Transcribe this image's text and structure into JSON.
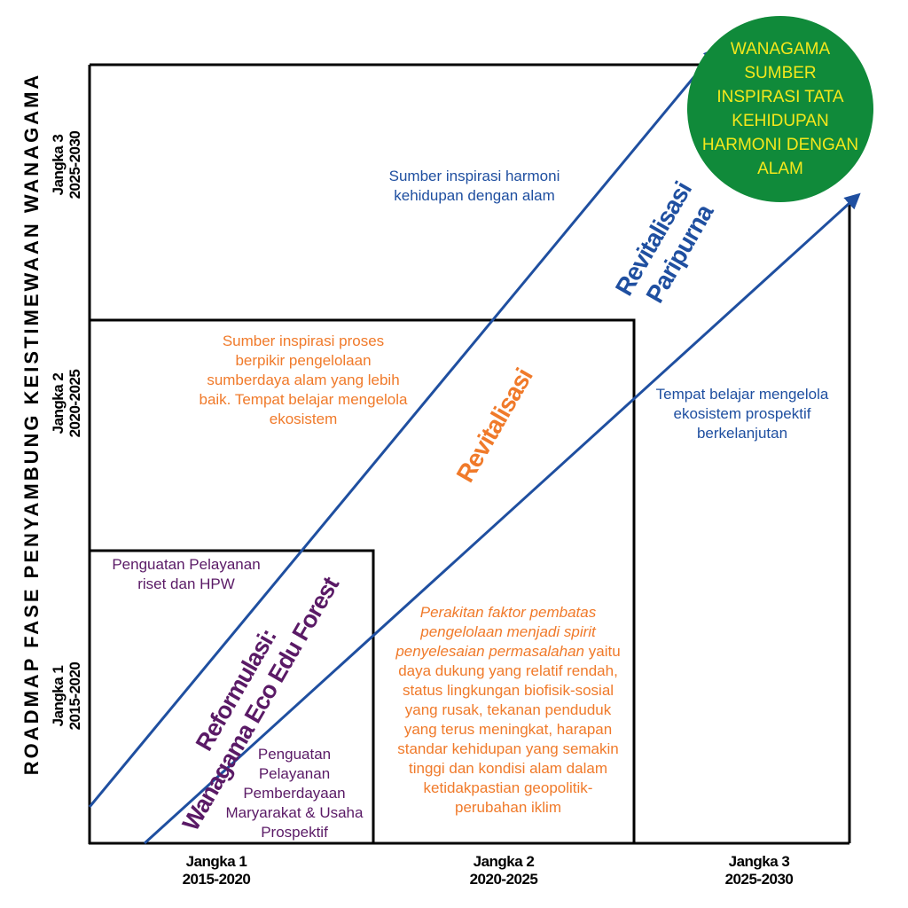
{
  "title": "ROADMAP FASE PENYAMBUNG KEISTIMEWAAN WANAGAMA",
  "y_axis": [
    {
      "name": "Jangka 3",
      "years": "2025-2030"
    },
    {
      "name": "Jangka 2",
      "years": "2020-2025"
    },
    {
      "name": "Jangka 1",
      "years": "2015-2020"
    }
  ],
  "x_axis": [
    {
      "name": "Jangka 1",
      "years": "2015-2020"
    },
    {
      "name": "Jangka 2",
      "years": "2020-2025"
    },
    {
      "name": "Jangka 3",
      "years": "2025-2030"
    }
  ],
  "goal": "WANAGAMA SUMBER INSPIRASI TATA KEHIDUPAN HARMONI DENGAN ALAM",
  "phases": {
    "reformulasi_line1": "Reformulasi:",
    "reformulasi_line2": "Wanagama Eco Edu Forest",
    "revitalisasi": "Revitalisasi",
    "paripurna_line1": "Revitalisasi",
    "paripurna_line2": "Paripurna"
  },
  "notes": {
    "j3_top": "Sumber inspirasi harmoni kehidupan dengan alam",
    "j2_top": "Sumber inspirasi proses berpikir pengelolaan sumberdaya alam yang lebih baik. Tempat belajar mengelola ekosistem",
    "j3_right": "Tempat belajar mengelola ekosistem prospektif berkelanjutan",
    "j1_top": "Penguatan Pelayanan riset dan HPW",
    "j1_bottom": "Penguatan Pelayanan Pemberdayaan Maryarakat & Usaha Prospektif",
    "j2_bottom_italic": "Perakitan faktor pembatas pengelolaan menjadi spirit penyelesaian permasalahan",
    "j2_bottom": "yaitu daya dukung yang relatif rendah, status lingkungan biofisik-sosial yang rusak, tekanan penduduk yang terus meningkat, harapan standar kehidupan yang semakin tinggi dan kondisi alam dalam ketidakpastian geopolitik-perubahan iklim"
  },
  "colors": {
    "blue": "#1f4fa0",
    "orange": "#f07a2a",
    "purple": "#5a1a66",
    "goal_fill": "#108a3a",
    "goal_text": "#f5e81c"
  }
}
